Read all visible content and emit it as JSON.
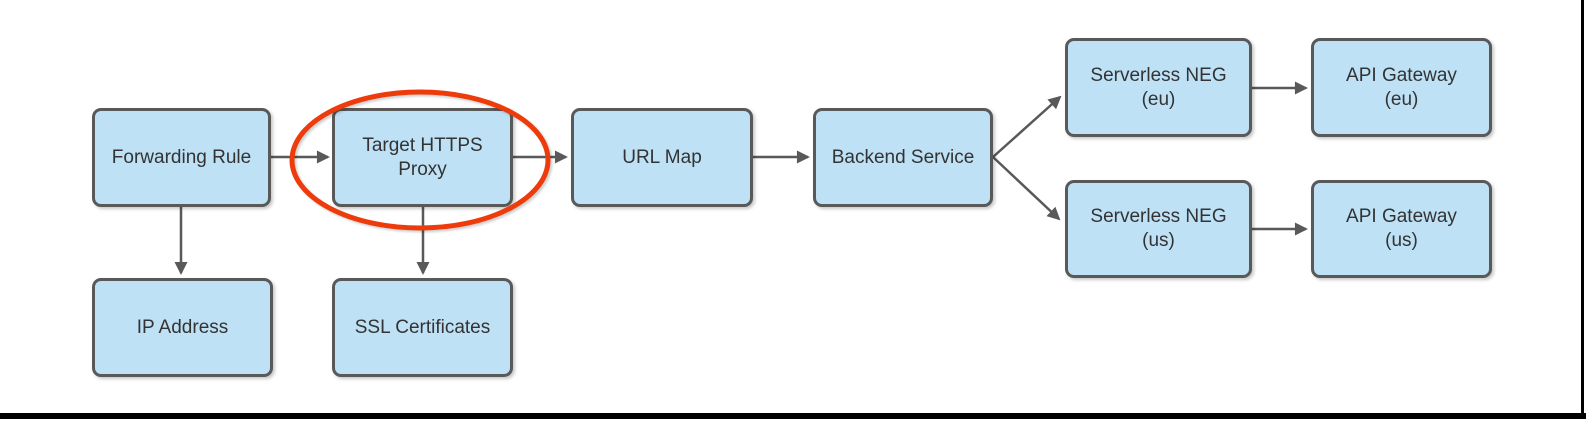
{
  "diagram": {
    "nodes": [
      {
        "id": "forwarding-rule",
        "label": "Forwarding Rule"
      },
      {
        "id": "target-https-proxy",
        "label": "Target HTTPS\nProxy",
        "highlighted": true
      },
      {
        "id": "url-map",
        "label": "URL Map"
      },
      {
        "id": "backend-service",
        "label": "Backend Service"
      },
      {
        "id": "serverless-neg-eu",
        "label": "Serverless NEG\n(eu)"
      },
      {
        "id": "api-gateway-eu",
        "label": "API Gateway\n(eu)"
      },
      {
        "id": "serverless-neg-us",
        "label": "Serverless NEG\n(us)"
      },
      {
        "id": "api-gateway-us",
        "label": "API Gateway\n(us)"
      },
      {
        "id": "ip-address",
        "label": "IP Address"
      },
      {
        "id": "ssl-certificates",
        "label": "SSL Certificates"
      }
    ],
    "edges": [
      {
        "from": "forwarding-rule",
        "to": "target-https-proxy"
      },
      {
        "from": "target-https-proxy",
        "to": "url-map"
      },
      {
        "from": "url-map",
        "to": "backend-service"
      },
      {
        "from": "backend-service",
        "to": "serverless-neg-eu"
      },
      {
        "from": "backend-service",
        "to": "serverless-neg-us"
      },
      {
        "from": "serverless-neg-eu",
        "to": "api-gateway-eu"
      },
      {
        "from": "serverless-neg-us",
        "to": "api-gateway-us"
      },
      {
        "from": "forwarding-rule",
        "to": "ip-address"
      },
      {
        "from": "target-https-proxy",
        "to": "ssl-certificates"
      }
    ],
    "annotation": {
      "type": "ellipse",
      "around": "target-https-proxy"
    },
    "colors": {
      "node_fill": "#bee1f6",
      "node_border": "#595959",
      "arrow": "#595959",
      "text": "#333333",
      "highlight": "#ee3b0b",
      "frame": "#000000"
    }
  }
}
